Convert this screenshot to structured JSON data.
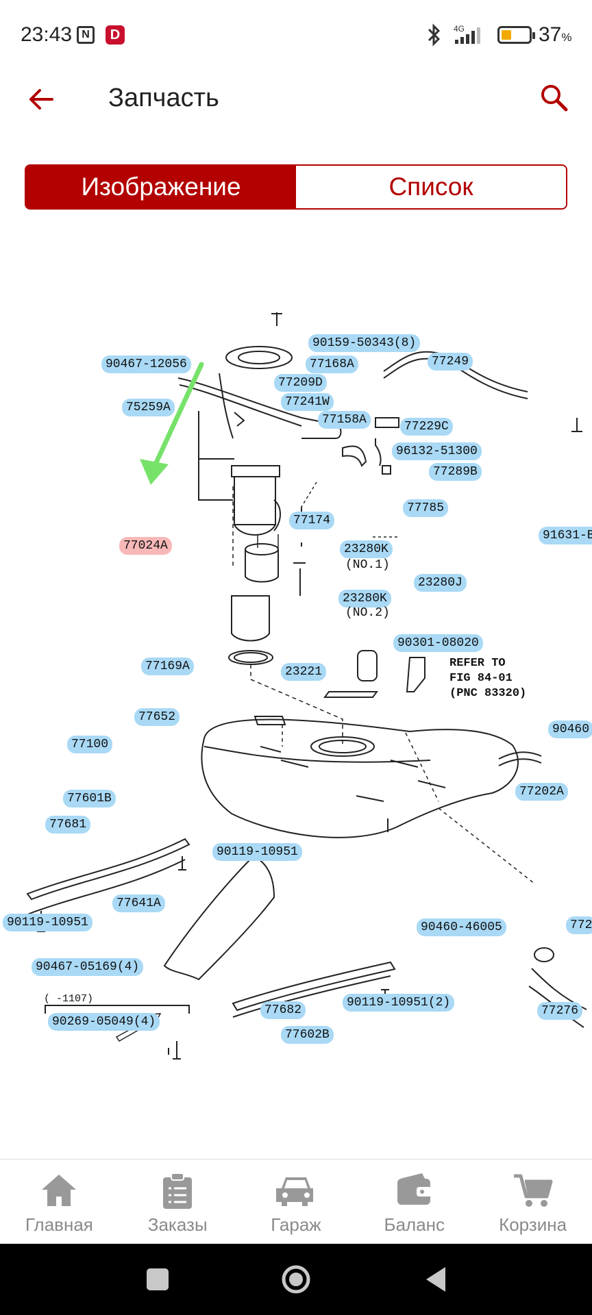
{
  "status_bar": {
    "time": "23:43",
    "badge": "D",
    "network": "4G",
    "battery_percent": "37",
    "battery_unit": "%",
    "battery_level": 0.37
  },
  "app_bar": {
    "title": "Запчасть"
  },
  "view_switch": {
    "image_label": "Изображение",
    "list_label": "Список",
    "selected": "image"
  },
  "diagram": {
    "callouts": {
      "p90159": "90159-50343(8)",
      "p90467a": "90467-12056",
      "p77168a": "77168A",
      "p77249": "77249",
      "p77209d": "77209D",
      "p77241w": "77241W",
      "p75259a": "75259A",
      "p77158a": "77158A",
      "p77229c": "77229C",
      "p96132": "96132-51300",
      "p77289b": "77289B",
      "p77785": "77785",
      "p77174": "77174",
      "p91631": "91631-B",
      "p77024a": "77024A",
      "p23280k1": "23280K",
      "p23280j": "23280J",
      "p23280k2": "23280K",
      "p90301": "90301-08020",
      "p77169a": "77169A",
      "p23221": "23221",
      "p77652": "77652",
      "p90460a": "90460",
      "p77100": "77100",
      "p77202a": "77202A",
      "p77601b": "77601B",
      "p77681": "77681",
      "p90119a": "90119-10951",
      "p90119b": "90119-10951",
      "p77641a": "77641A",
      "p90460b": "90460-46005",
      "p772": "772",
      "p90467b": "90467-05169(4)",
      "p90269": "90269-05049(4)",
      "p90119c": "90119-10951(2)",
      "p77682": "77682",
      "p77602b": "77602B",
      "p77276": "77276"
    },
    "notes": {
      "no1": "(NO.1)",
      "no2": "(NO.2)",
      "range": "(    -1107)"
    },
    "refer": {
      "line1": "REFER TO",
      "line2": "FIG 84-01",
      "line3": "(PNC 83320)"
    },
    "highlighted_part": "77024A",
    "arrow_color": "#77e26a"
  },
  "bottom_nav": {
    "items": [
      {
        "label": "Главная",
        "icon": "home-icon"
      },
      {
        "label": "Заказы",
        "icon": "clipboard-icon"
      },
      {
        "label": "Гараж",
        "icon": "car-icon"
      },
      {
        "label": "Баланс",
        "icon": "wallet-icon"
      },
      {
        "label": "Корзина",
        "icon": "cart-icon"
      }
    ]
  },
  "colors": {
    "brand": "#b30000",
    "callout": "#a9d9f5",
    "callout_highlight": "#f9b8b8",
    "nav_icon": "#999999"
  }
}
